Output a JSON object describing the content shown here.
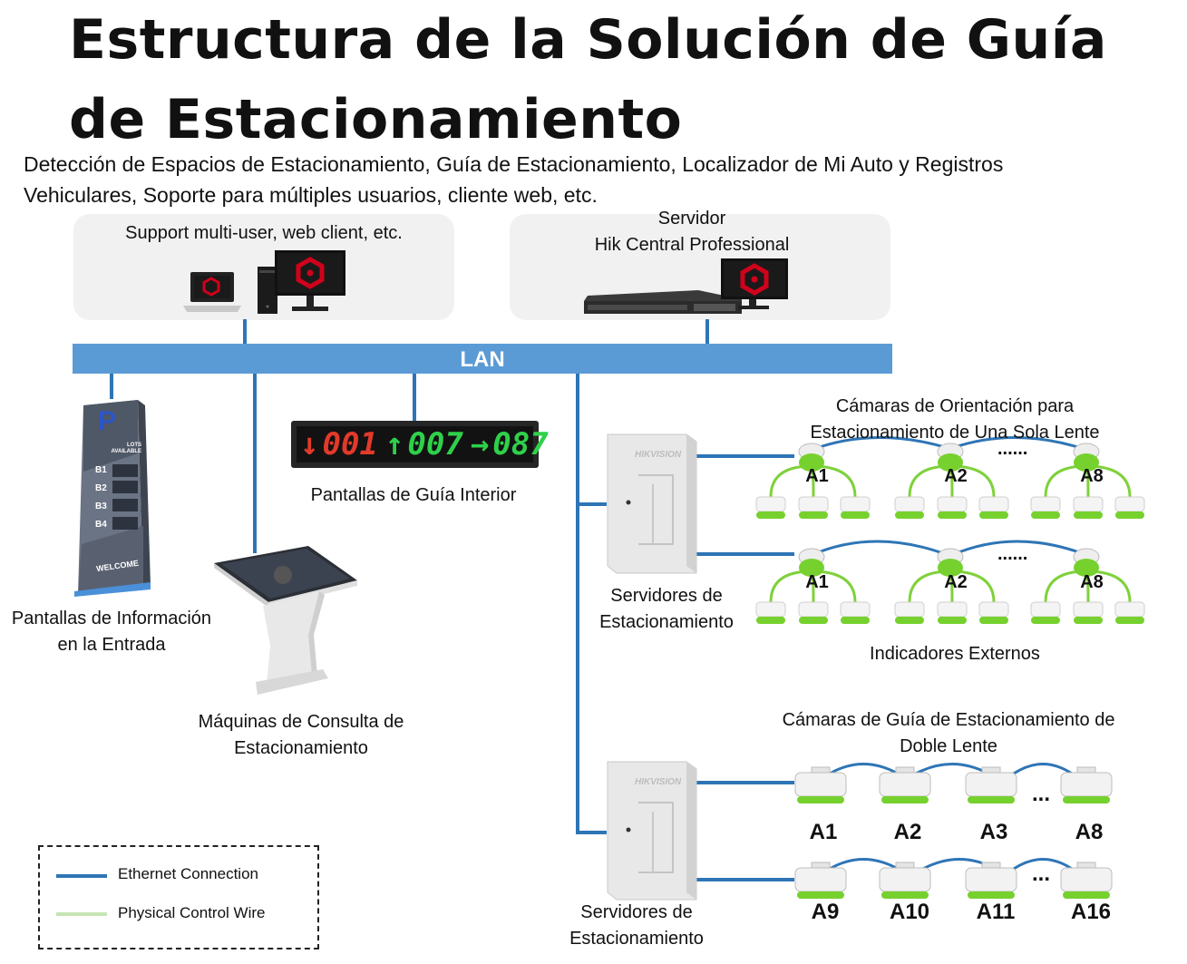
{
  "title": {
    "line1": "Estructura de la Solución de Guía",
    "line2": "de Estacionamiento"
  },
  "subtitle": {
    "line1": "Detección de Espacios de Estacionamiento, Guía de Estacionamiento, Localizador de Mi Auto y Registros",
    "line2": "Vehiculares, Soporte para múltiples usuarios, cliente web, etc."
  },
  "client_panel": {
    "label": "Support multi-user, web client, etc."
  },
  "server_panel": {
    "label_line1": "Servidor",
    "label_line2": "Hik Central Professional"
  },
  "lan": {
    "label": "LAN"
  },
  "entrance_display": {
    "label_line1": "Pantallas de Información",
    "label_line2": "en la Entrada",
    "sign_letter": "P",
    "sign_header": "LOTS AVAILABLE",
    "levels": [
      "B1",
      "B2",
      "B3",
      "B4"
    ],
    "welcome": "WELCOME"
  },
  "kiosk": {
    "label_line1": "Máquinas de Consulta de",
    "label_line2": "Estacionamiento"
  },
  "indoor_display": {
    "label": "Pantallas de Guía Interior",
    "segments": [
      {
        "arrow": "↓",
        "digits": "001",
        "color": "#e23a2a"
      },
      {
        "arrow": "↑",
        "digits": "007",
        "color": "#2fd04a"
      },
      {
        "arrow": "→",
        "digits": "087",
        "color": "#2fd04a"
      }
    ]
  },
  "parking_server_1": {
    "label_line1": "Servidores de",
    "label_line2": "Estacionamiento",
    "brand": "HIKVISION"
  },
  "parking_server_2": {
    "label_line1": "Servidores de",
    "label_line2": "Estacionamiento",
    "brand": "HIKVISION"
  },
  "single_lens": {
    "label_line1": "Cámaras de Orientación para",
    "label_line2": "Estacionamiento de Una Sola Lente",
    "row1_ids": [
      "A1",
      "A2",
      "A8"
    ],
    "row2_ids": [
      "A1",
      "A2",
      "A8"
    ],
    "ellipsis": "......"
  },
  "external_indicators": {
    "label": "Indicadores Externos"
  },
  "dual_lens": {
    "label_line1": "Cámaras de Guía de Estacionamiento de",
    "label_line2": "Doble Lente",
    "row1_ids": [
      "A1",
      "A2",
      "A3",
      "A8"
    ],
    "row2_ids": [
      "A9",
      "A10",
      "A11",
      "A16"
    ],
    "ellipsis": "..."
  },
  "legend": {
    "ethernet": "Ethernet Connection",
    "ethernet_color": "#2e75b6",
    "control": "Physical Control Wire",
    "control_color": "#c6e5b3"
  },
  "colors": {
    "lan": "#5b9bd5",
    "wire": "#2e75b6",
    "green_wire": "#7fd13b",
    "camera_green": "#76d12e",
    "logo_red": "#d0021b"
  }
}
